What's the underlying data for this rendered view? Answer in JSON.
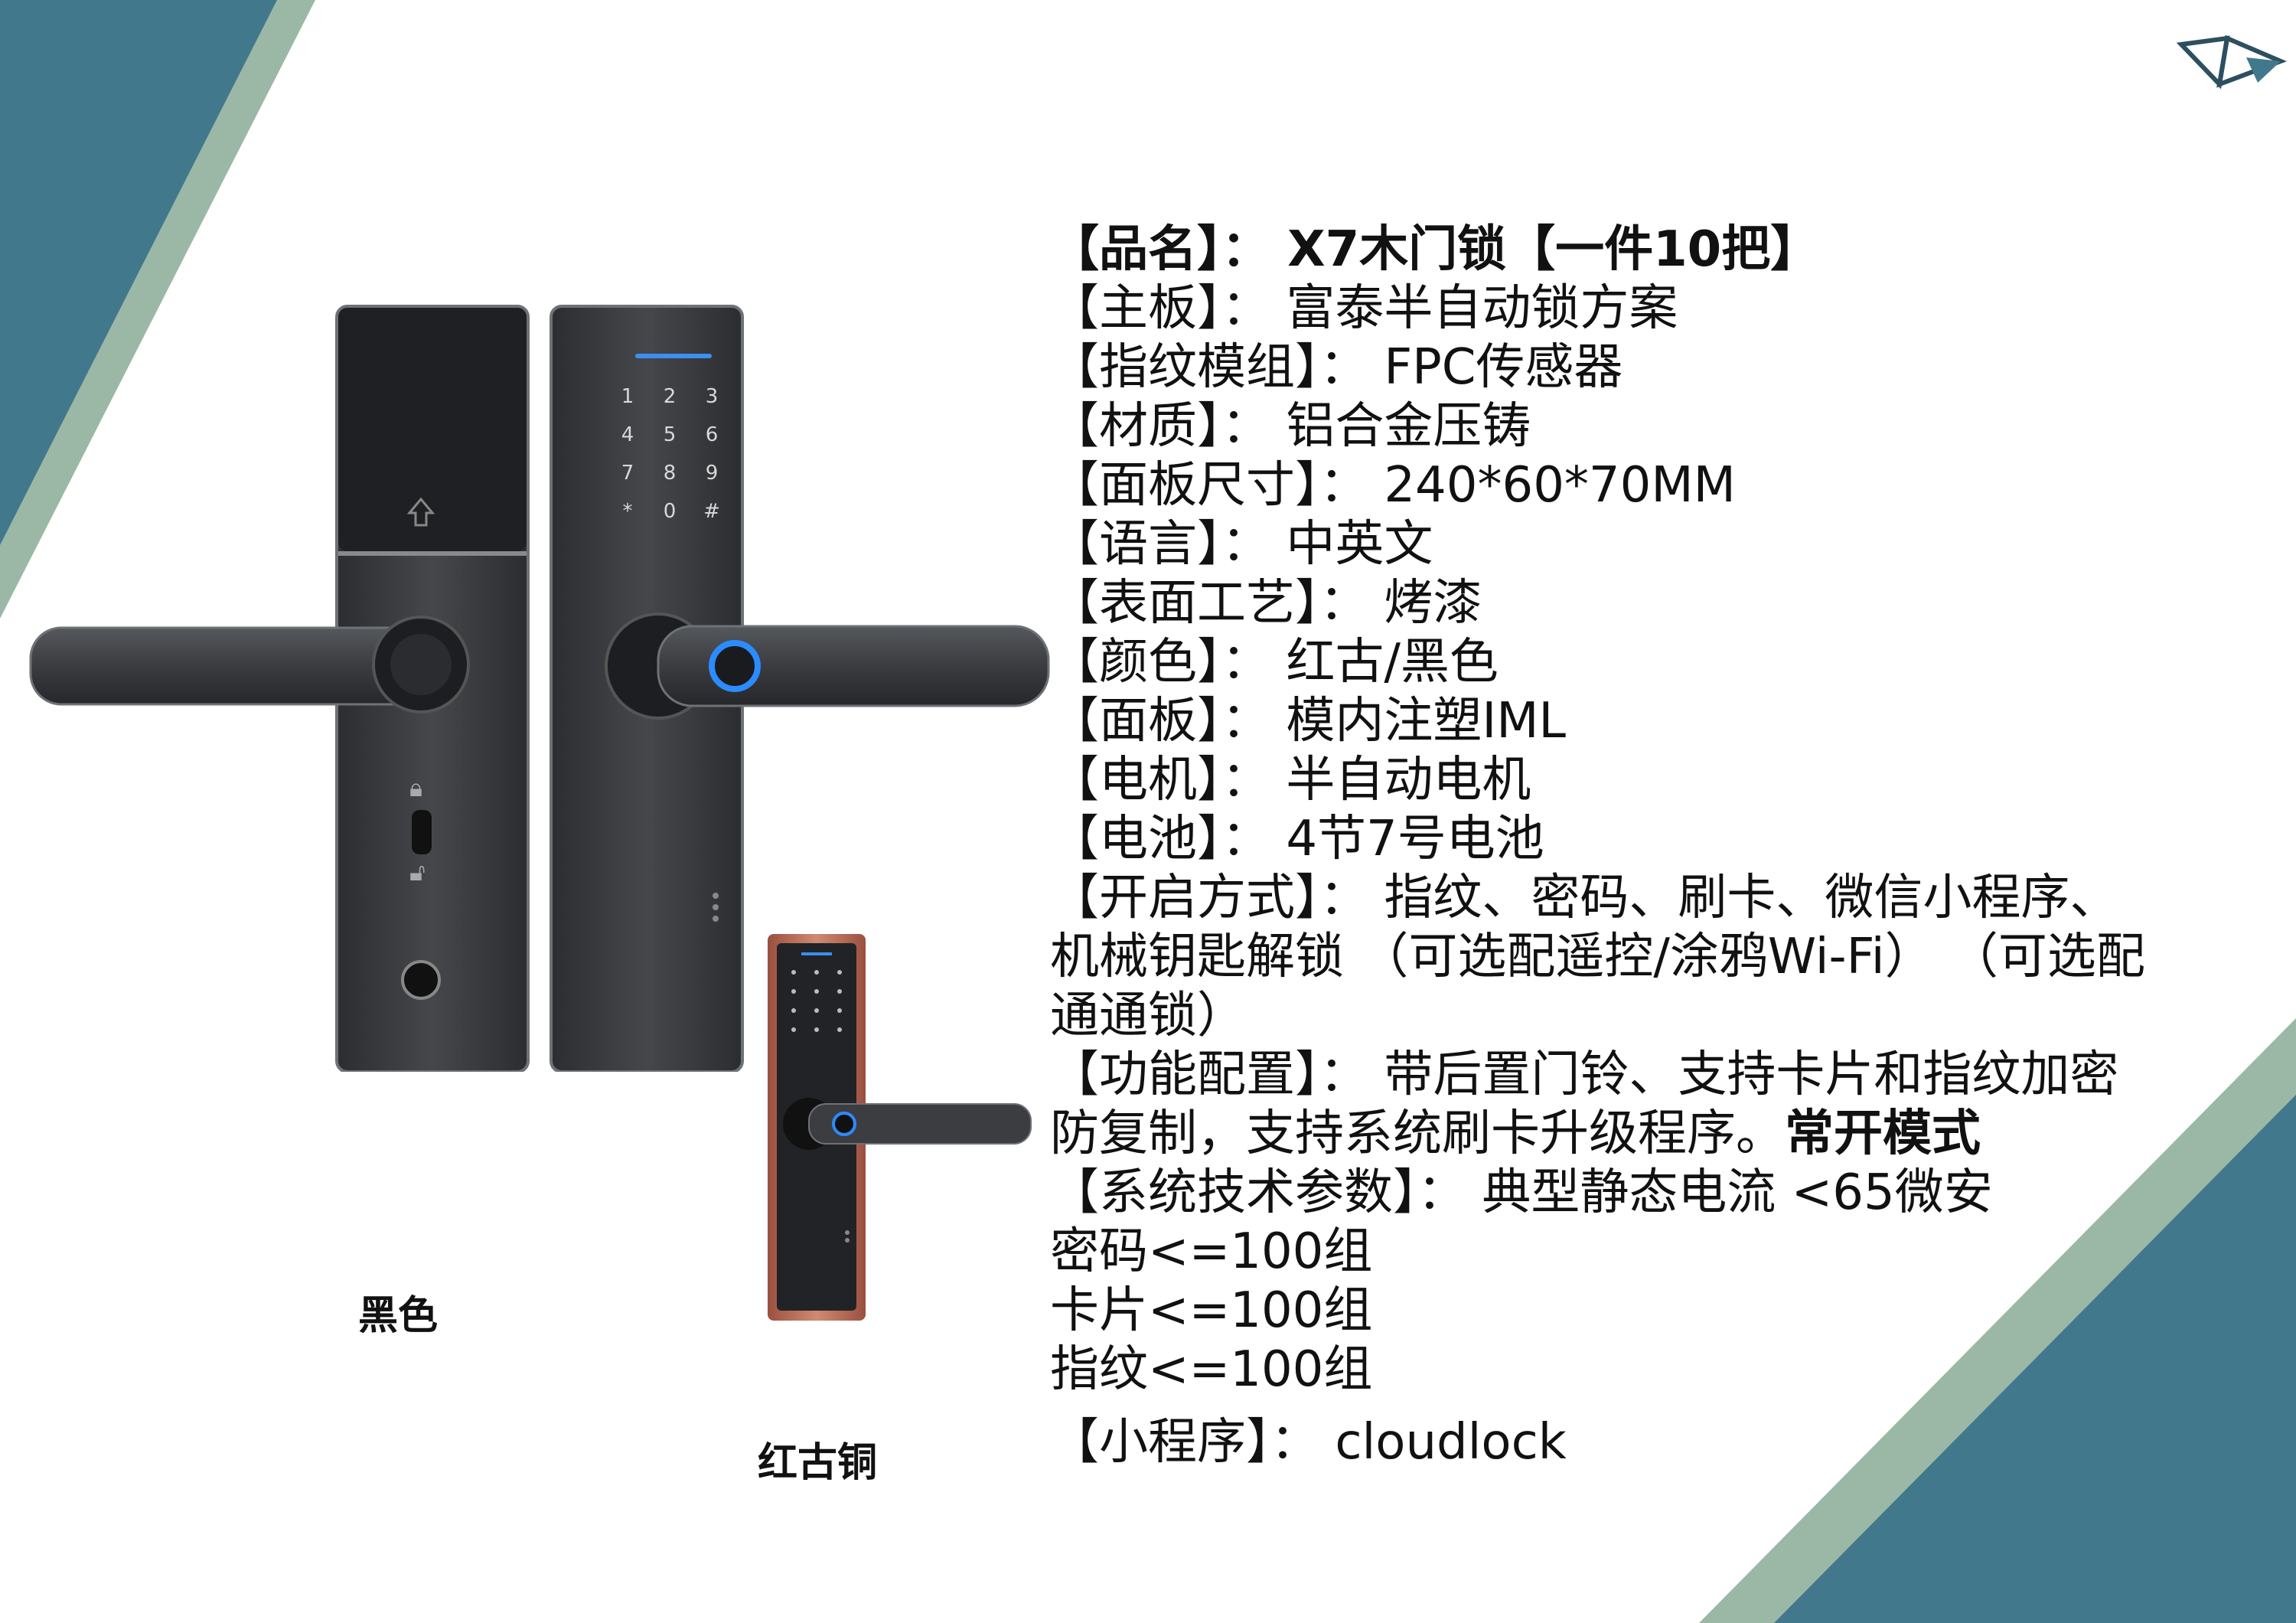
{
  "spec_rows": [
    "【品名】： X7木门锁【一件10把】",
    "【主板】： 富泰半自动锁方案",
    "【指纹模组】： FPC传感器",
    "【材质】： 铝合金压铸",
    "【面板尺寸】： 240*60*70MM",
    "【语言】： 中英文",
    "【表面工艺】： 烤漆",
    "【颜色】： 红古/黑色",
    "【面板】： 模内注塑IML",
    "【电机】： 半自动电机",
    "【电池】： 4节7号电池"
  ],
  "unlock_text": "【开启方式】： 指纹、密码、刷卡、微信小程序、机械钥匙解锁 （可选配遥控/涂鸦Wi-Fi） （可选配通通锁）",
  "feature_text": "【功能配置】： 带后置门铃、支持卡片和指纹加密防复制，支持系统刷卡升级程序。",
  "feature_bold": "常开模式",
  "tech_rows": [
    "【系统技术参数】： 典型静态电流 <65微安",
    "密码<=100组",
    "卡片<=100组",
    "指纹<=100组"
  ],
  "mini_program": "【小程序】： cloudlock",
  "captions": {
    "black": "黑色",
    "copper": "红古铜"
  },
  "keypad_keys": [
    "1",
    "2",
    "3",
    "4",
    "5",
    "6",
    "7",
    "8",
    "9",
    "*",
    "0",
    "#"
  ],
  "colors": {
    "teal": "#42788c",
    "sage": "#9bb8a7",
    "copper": "#b66a52",
    "dark": "#3b3d40"
  }
}
